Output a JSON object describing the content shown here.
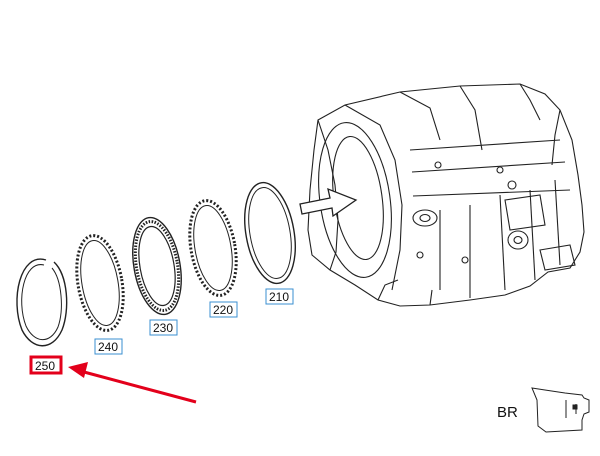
{
  "diagram": {
    "parts": [
      {
        "id": "250",
        "label": "250",
        "highlighted": true
      },
      {
        "id": "240",
        "label": "240",
        "highlighted": false
      },
      {
        "id": "230",
        "label": "230",
        "highlighted": false
      },
      {
        "id": "220",
        "label": "220",
        "highlighted": false
      },
      {
        "id": "210",
        "label": "210",
        "highlighted": false
      }
    ],
    "badge": {
      "text": "BR"
    },
    "colors": {
      "label_border": "#3a8fd0",
      "highlight": "#e3001b",
      "line": "#222222"
    },
    "icons": {
      "highlight_arrow": "red-arrow-icon",
      "assembly_arrow": "assembly-direction-arrow-icon"
    }
  }
}
